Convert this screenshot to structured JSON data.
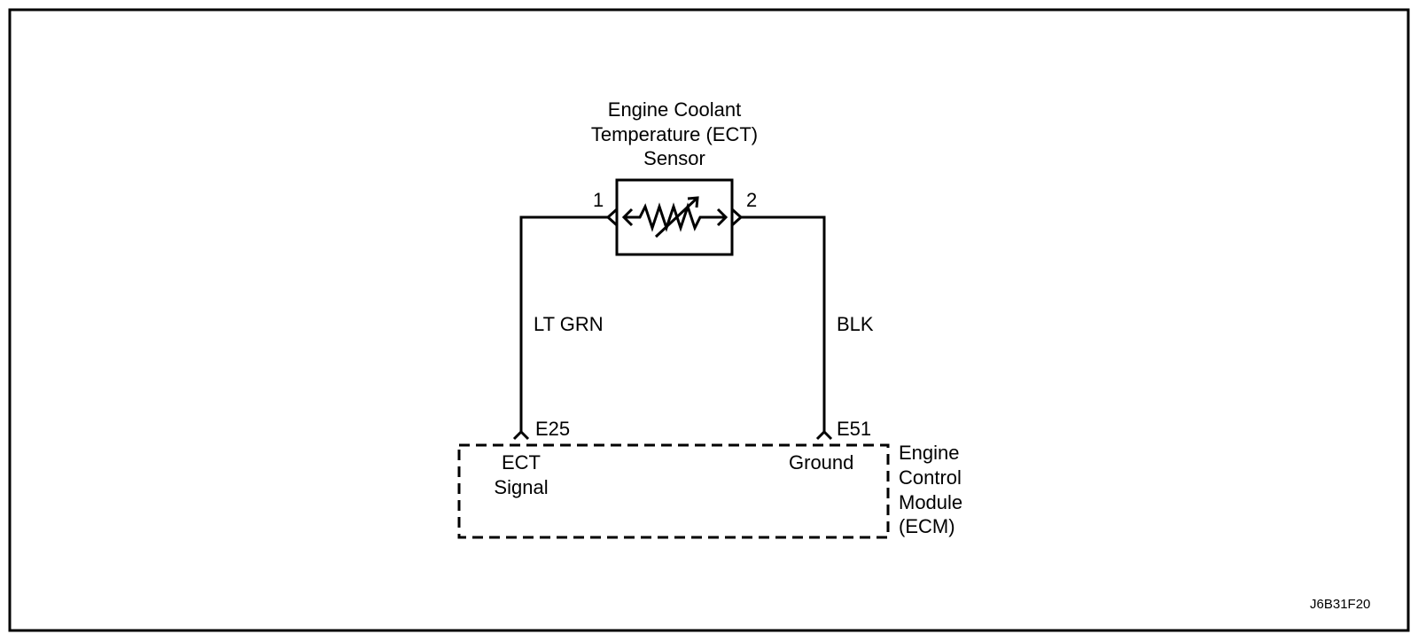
{
  "sensor": {
    "name_line1": "Engine Coolant",
    "name_line2": "Temperature (ECT)",
    "name_line3": "Sensor",
    "pin_left": "1",
    "pin_right": "2",
    "icon": "variable-resistor-icon"
  },
  "wires": {
    "left_color": "LT GRN",
    "right_color": "BLK"
  },
  "ecm": {
    "name_line1": "Engine",
    "name_line2": "Control",
    "name_line3": "Module",
    "name_line4": "(ECM)",
    "terminal_left": "E25",
    "terminal_right": "E51",
    "signal_left_line1": "ECT",
    "signal_left_line2": "Signal",
    "signal_right": "Ground"
  },
  "figure_id": "J6B31F20",
  "colors": {
    "line": "#000000",
    "background": "#ffffff"
  }
}
